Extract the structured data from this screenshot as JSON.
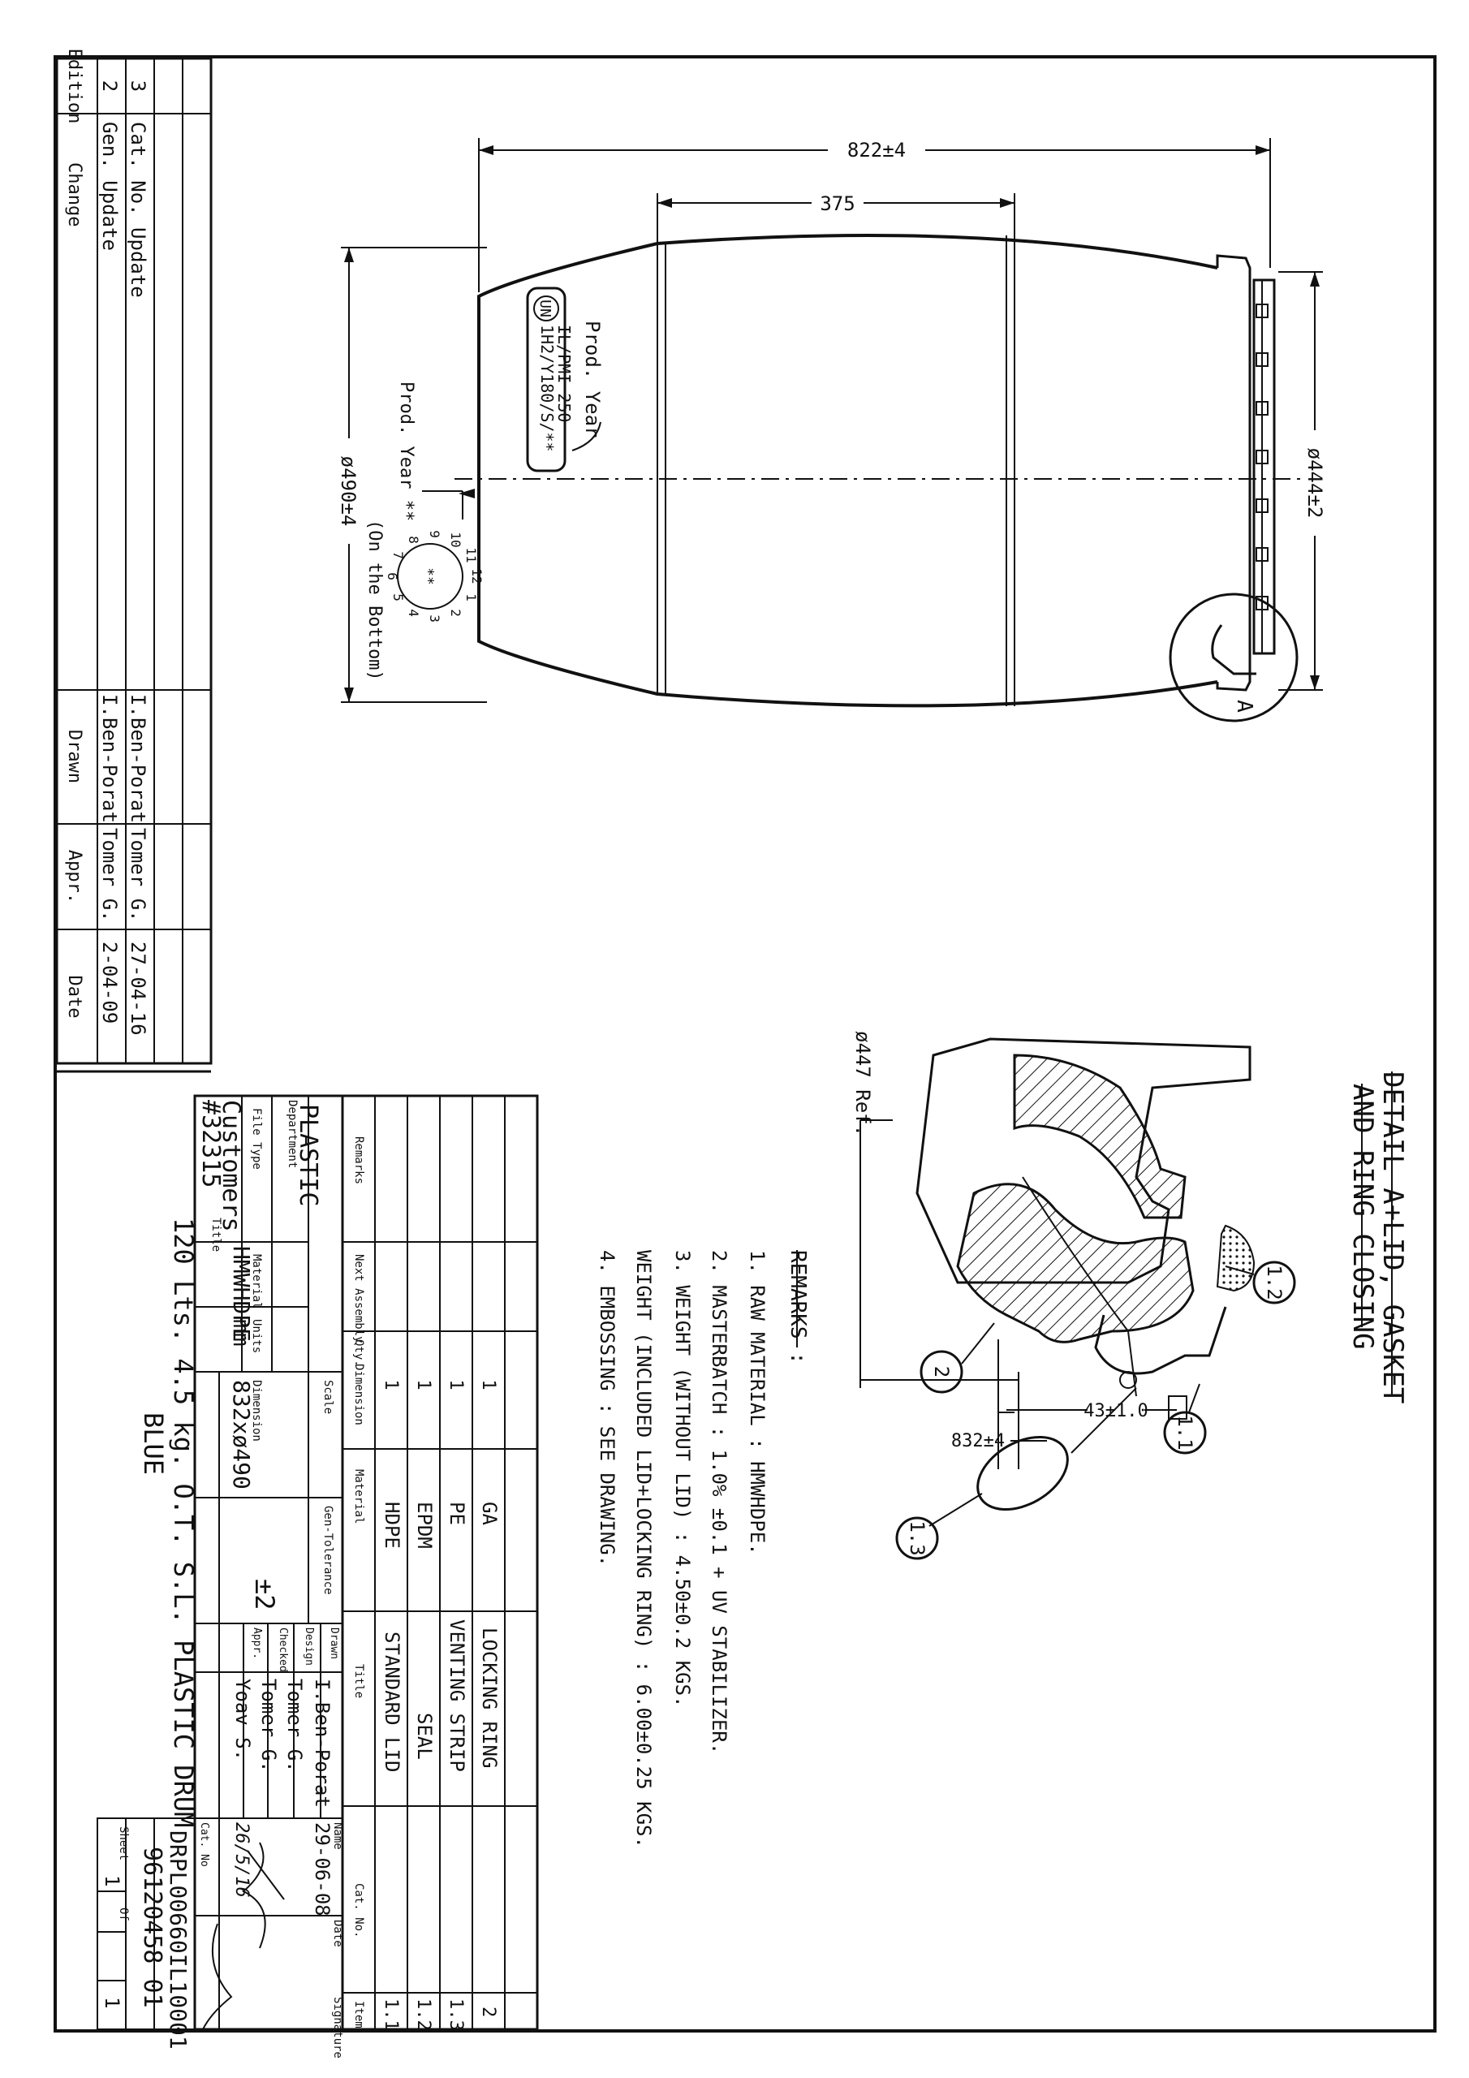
{
  "revisions": {
    "headers": {
      "edition": "Edition",
      "change": "Change",
      "drawn": "Drawn",
      "appr": "Appr.",
      "date": "Date"
    },
    "rows": [
      {
        "edition": "3",
        "change": "Cat. No. Update",
        "drawn": "I.Ben-Porat",
        "appr": "Tomer G.",
        "date": "27-04-16"
      },
      {
        "edition": "2",
        "change": "Gen. Update",
        "drawn": "I.Ben-Porat",
        "appr": "Tomer G.",
        "date": "2-04-09"
      }
    ]
  },
  "drum": {
    "dim_length": "822±4",
    "dim_band": "375",
    "dim_top_dia": "ø444±2",
    "dim_body_dia": "ø490±4",
    "embossing_line1": "1H2/Y180/S/**",
    "embossing_line2": "IL/PMI 250",
    "prod_year_label": "Prod. Year",
    "prod_year_label2": "Prod. Year **",
    "on_bottom": "(On the Bottom)",
    "clock_center": "**",
    "clock_numbers": [
      "1",
      "2",
      "3",
      "4",
      "5",
      "6",
      "7",
      "8",
      "9",
      "10",
      "11",
      "12"
    ],
    "detail_marker": "A"
  },
  "detail": {
    "title_line1": "DETAIL A+LID, GASKET",
    "title_line2": "AND RING CLOSING",
    "ref_dia": "ø447 Ref.",
    "dim_43": "43±1.0",
    "dim_832": "832±4",
    "balloons": [
      "1.2",
      "1.1",
      "2",
      "1.3"
    ]
  },
  "remarks": {
    "heading": "REMARKS :",
    "items": [
      "1. RAW MATERIAL : HMWHDPE.",
      "2. MASTERBATCH : 1.0% ±0.1 + UV STABILIZER.",
      "3. WEIGHT (WITHOUT LID) : 4.50±0.2 KGS.",
      "   WEIGHT (INCLUDED LID+LOCKING RING) : 6.00±0.25 KGS.",
      "4. EMBOSSING : SEE DRAWING."
    ]
  },
  "bom": {
    "headers": {
      "item": "Item",
      "cat_no": "Cat. No.",
      "title": "Title",
      "material": "Material",
      "dimension": "Dimension",
      "qty": "Qty.",
      "next_assembly": "Next Assembly",
      "remarks": "Remarks"
    },
    "rows": [
      {
        "item": "2",
        "cat_no": "",
        "title": "LOCKING RING",
        "material": "GA",
        "dimension": "",
        "qty": "1"
      },
      {
        "item": "1.3",
        "cat_no": "",
        "title": "VENTING STRIP",
        "material": "PE",
        "dimension": "",
        "qty": "1"
      },
      {
        "item": "1.2",
        "cat_no": "",
        "title": "SEAL",
        "material": "EPDM",
        "dimension": "",
        "qty": "1"
      },
      {
        "item": "1.1",
        "cat_no": "",
        "title": "STANDARD LID",
        "material": "HDPE",
        "dimension": "",
        "qty": "1"
      }
    ]
  },
  "title_block": {
    "department_label": "Department",
    "department": "PLASTIC",
    "file_type_label": "File Type",
    "material_label": "Material",
    "material": "HMWHDPE",
    "units_label": "Units",
    "units": "mm",
    "dimension_label": "Dimension",
    "dimension": "832xø490",
    "scale_label": "Scale",
    "tolerance_label": "Gen-Tolerance",
    "tolerance": "±2",
    "customers_label": "Customers",
    "customers": "#32315",
    "title_label": "Title",
    "title_line1": "120 Lts. 4.5 kg. O.T. S.L. PLASTIC DRUM",
    "title_line2": "BLUE",
    "name_label": "Name",
    "date_label": "Date",
    "signature_label": "Signature",
    "roles": [
      {
        "role": "Drawn",
        "name": "I.Ben-Porat",
        "date": "29-06-08"
      },
      {
        "role": "Design",
        "name": "Tomer G.",
        "date": ""
      },
      {
        "role": "Checked",
        "name": "Tomer G.",
        "date": ""
      },
      {
        "role": "Appr.",
        "name": "Yoav S.",
        "date": "26/5/16"
      }
    ],
    "cat_no_label": "Cat. No",
    "cat_no": "DRPL00660IL10001",
    "code": "96120458 01",
    "sheet_label": "Sheet",
    "of_label": "Of",
    "sheet": "1",
    "of": "1"
  }
}
